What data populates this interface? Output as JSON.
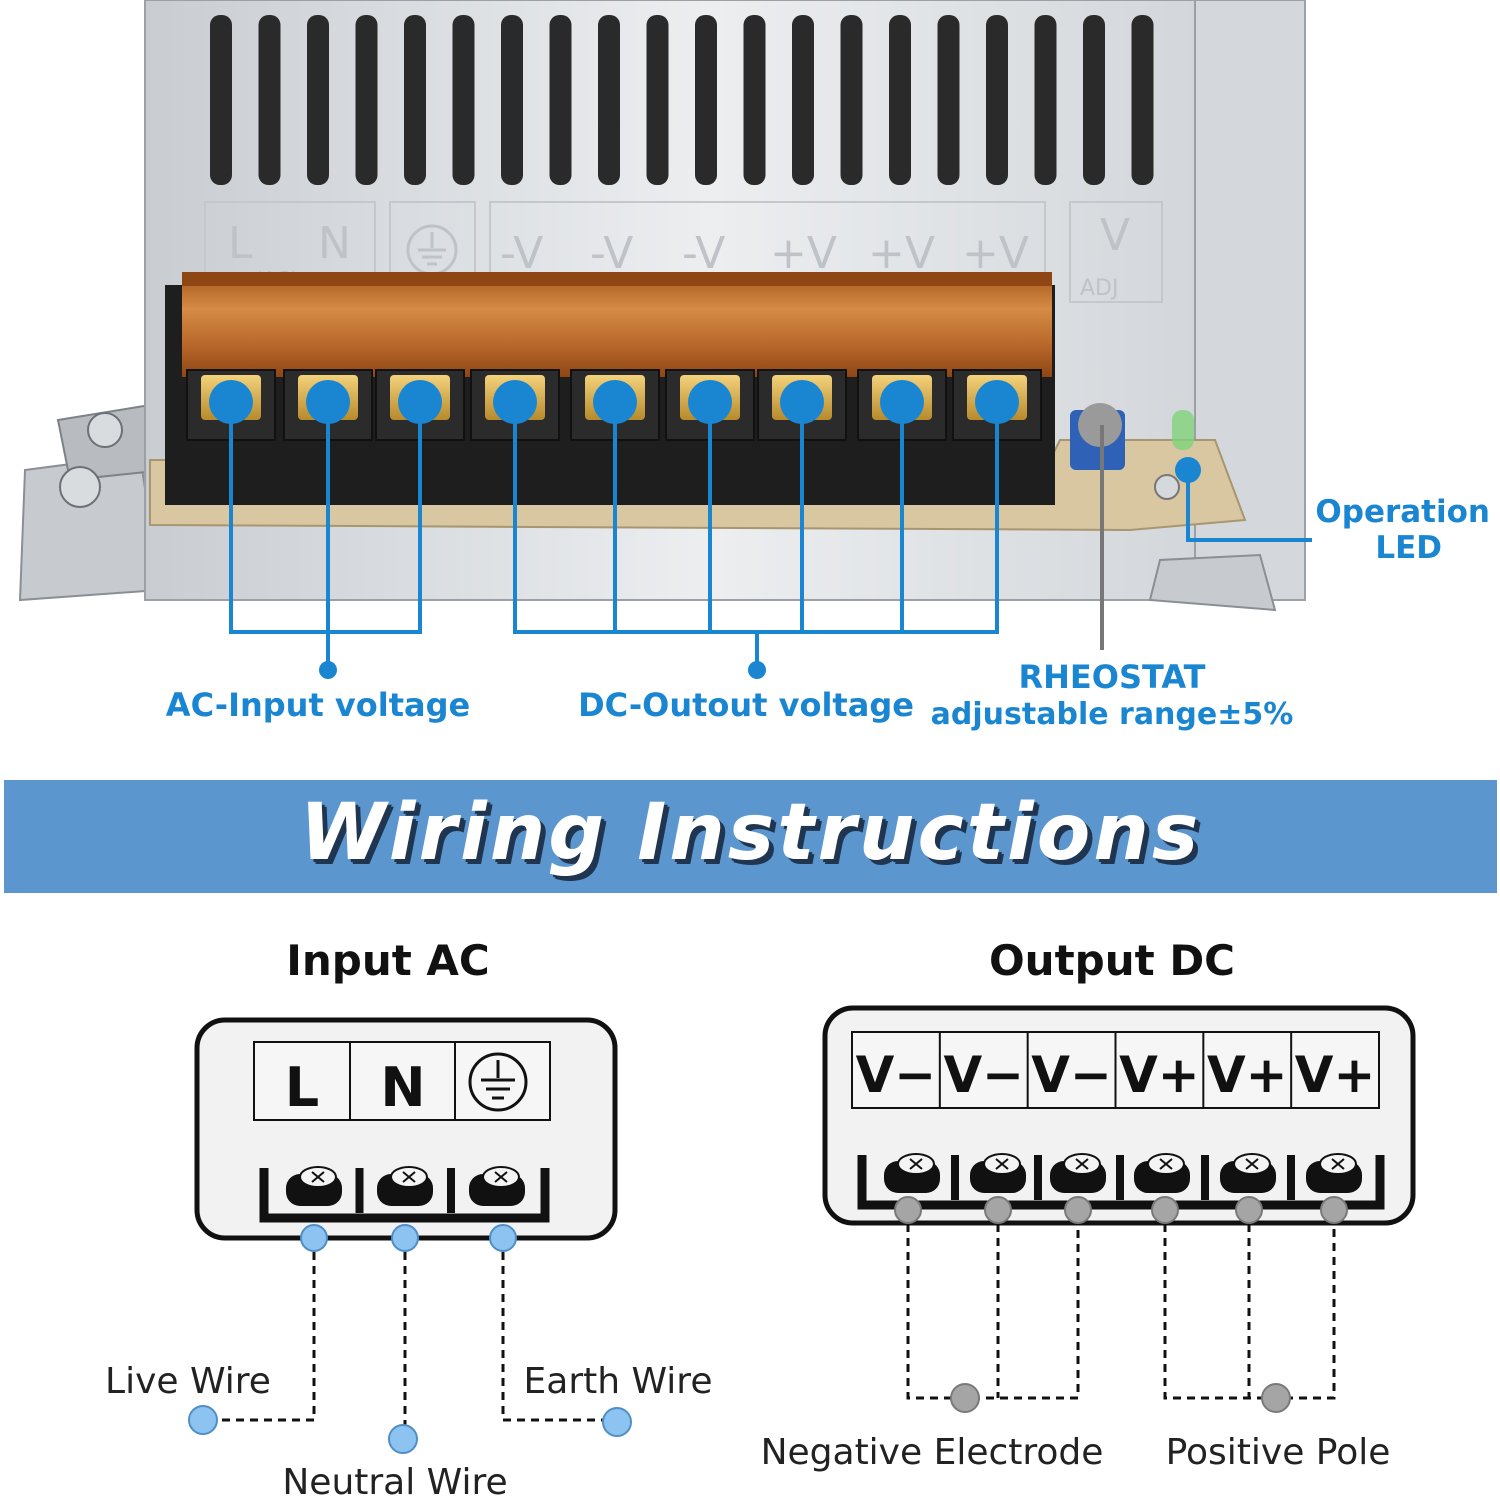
{
  "photo": {
    "panel_labels": {
      "ac": [
        "L",
        "N"
      ],
      "ac_sub": "(AC)",
      "dc": [
        "-V",
        "-V",
        "-V",
        "+V",
        "+V",
        "+V"
      ],
      "adj_v": "V",
      "adj_sub": "ADJ"
    },
    "callouts": {
      "ac_input": "AC-Input voltage",
      "dc_output": "DC-Outout voltage",
      "rheostat_title": "RHEOSTAT",
      "rheostat_range": "adjustable range±5%",
      "led_line1": "Operation",
      "led_line2": "LED"
    }
  },
  "banner": {
    "title": "Wiring Instructions"
  },
  "input_ac": {
    "title": "Input AC",
    "terminals": [
      "L",
      "N"
    ],
    "wires": {
      "live": "Live Wire",
      "neutral": "Neutral Wire",
      "earth": "Earth Wire"
    }
  },
  "output_dc": {
    "title": "Output DC",
    "terminals": [
      "V−",
      "V−",
      "V−",
      "V+",
      "V+",
      "V+"
    ],
    "groups": {
      "negative": "Negative Electrode",
      "positive": "Positive Pole"
    }
  },
  "colors": {
    "callout_blue": "#1a86d2",
    "banner_blue": "#5b96ce",
    "dot_light_blue": "#8cc3f0",
    "dot_gray": "#a5a5a5",
    "terminal_copper": "#b8733a"
  }
}
